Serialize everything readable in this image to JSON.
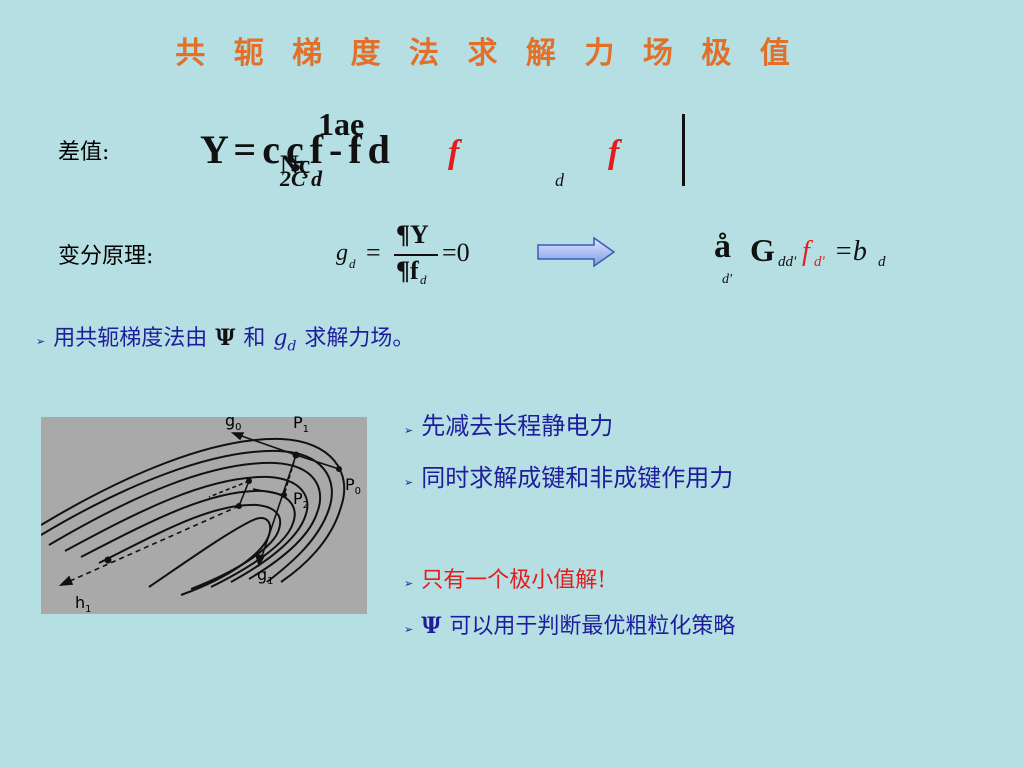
{
  "title": "共 轭 梯 度 法 求 解 力 场 极 值",
  "diff_label": "差值:",
  "diff_formula": {
    "line1": "1ae",
    "line2": "Y = c ç f - f  d",
    "line3": "Nç",
    "line4": "2C  d",
    "sub": "d"
  },
  "variational_label": "变分原理:",
  "variational_formula": {
    "lhs": "g",
    "lhs_sub": "d",
    "num": "¶Y",
    "den": "¶f",
    "den_sub": "d",
    "rhs": "=0"
  },
  "result_formula": {
    "sum": "å",
    "under": "d'",
    "G": "G",
    "G_sub": "dd'",
    "f": "f",
    "f_sub": "d'",
    "eq": "=b",
    "b_sub": "d"
  },
  "bullet_main": {
    "text_pre": "用共轭梯度法由",
    "psi": "Ψ",
    "and": "和",
    "g": "g",
    "g_sub": "d",
    "text_post": "求解力场。"
  },
  "bullets_right": [
    "先减去长程静电力",
    "同时求解成键和非成键作用力",
    "只有一个极小值解!",
    "可以用于判断最优粗粒化策略"
  ],
  "bullet_psi": "Ψ",
  "diagram_labels": {
    "g0": "g",
    "g0_sub": "0",
    "p1": "P",
    "p1_sub": "1",
    "p0": "P",
    "p0_sub": "0",
    "p2": "P",
    "p2_sub": "2",
    "g1": "g",
    "g1_sub": "1",
    "h1": "h",
    "h1_sub": "1"
  },
  "colors": {
    "title": "#e0702a",
    "bullet_blue": "#1e1e9c",
    "highlight_red": "#e21d1d",
    "background": "#b6dfe3"
  }
}
